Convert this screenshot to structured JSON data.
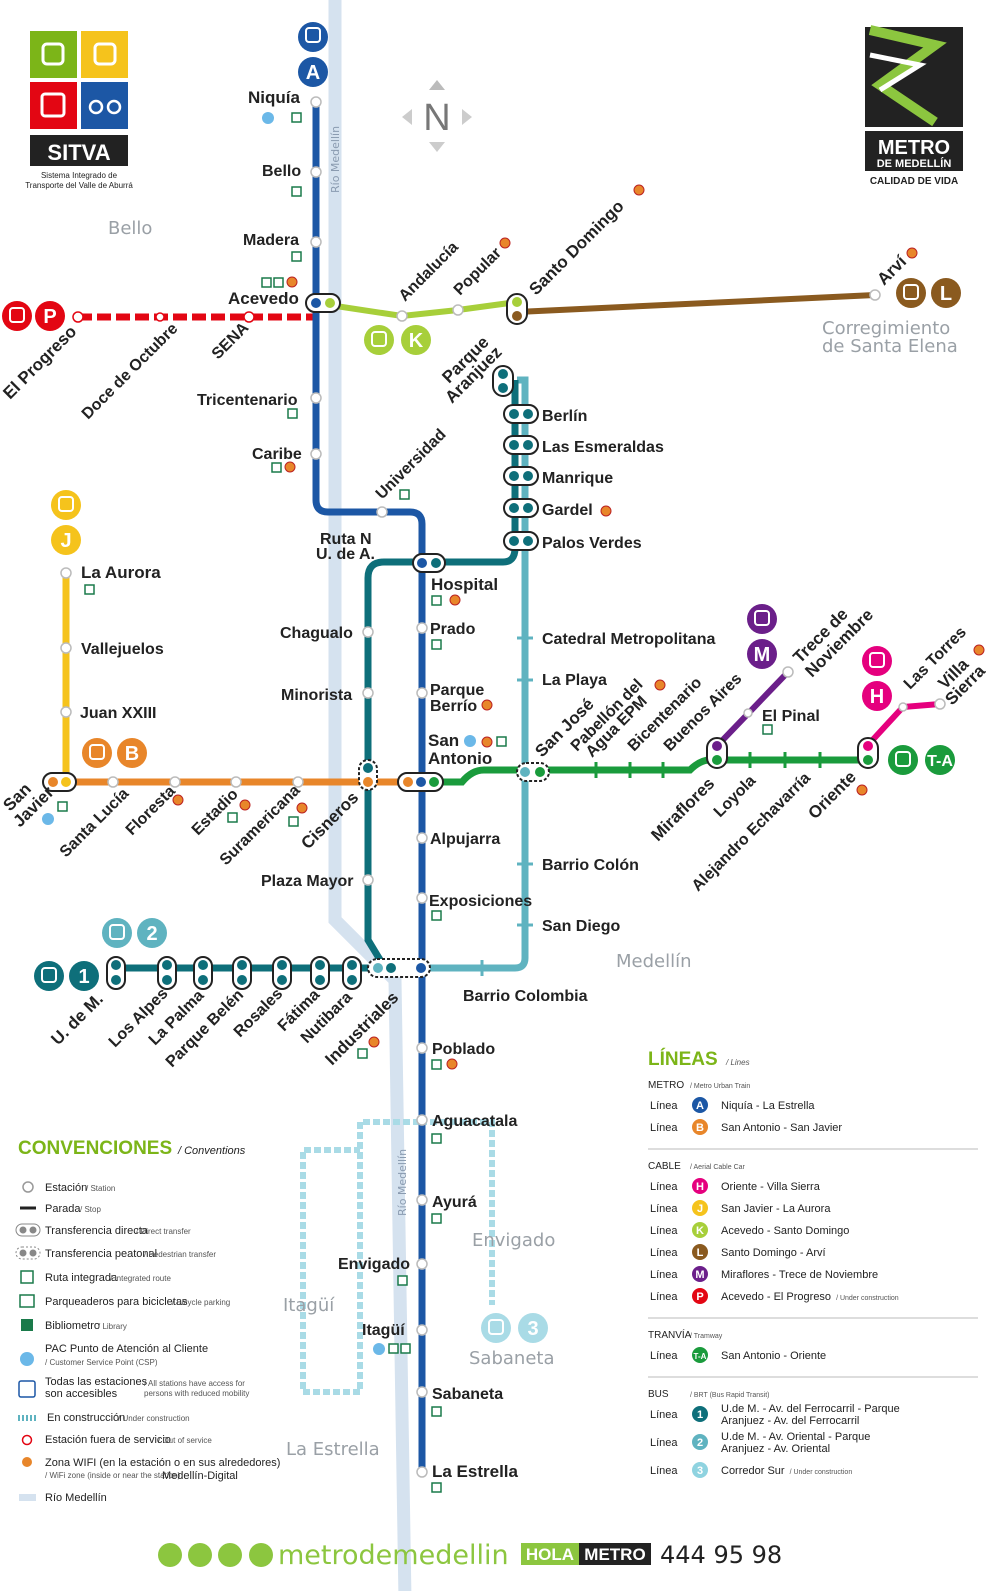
{
  "brand": {
    "sitva_name": "SITVA",
    "sitva_sub1": "Sistema Integrado de",
    "sitva_sub2": "Transporte del Valle de Aburrá",
    "metro_name": "METRO",
    "metro_sub": "DE MEDELLÍN",
    "metro_tag": "CALIDAD DE VIDA",
    "compass": "N"
  },
  "line_badges": {
    "A": "A",
    "B": "B",
    "J": "J",
    "K": "K",
    "L": "L",
    "M": "M",
    "H": "H",
    "P": "P",
    "TA": "T-A",
    "bus1": "1",
    "bus2": "2",
    "bus3": "3"
  },
  "zones": {
    "bello": "Bello",
    "santa_elena": [
      "Corregimiento",
      "de Santa Elena"
    ],
    "medellin": "Medellín",
    "envigado": "Envigado",
    "itagui": "Itagüí",
    "sabaneta": "Sabaneta",
    "la_estrella": "La Estrella",
    "rio1": "Río Medellín",
    "rio2": "Río Medellín"
  },
  "stations": {
    "niquia": "Niquía",
    "bello": "Bello",
    "madera": "Madera",
    "acevedo": "Acevedo",
    "tricentenario": "Tricentenario",
    "caribe": "Caribe",
    "universidad": "Universidad",
    "rutan": [
      "Ruta N",
      "U. de A."
    ],
    "hospital": "Hospital",
    "prado": "Prado",
    "parque_berrio": [
      "Parque",
      "Berrío"
    ],
    "san_antonio": [
      "San",
      "Antonio"
    ],
    "alpujarra": "Alpujarra",
    "exposiciones": "Exposiciones",
    "industriales": "Industriales",
    "poblado": "Poblado",
    "aguacatala": "Aguacatala",
    "ayura": "Ayurá",
    "envigado": "Envigado",
    "itagui": "Itagüí",
    "sabaneta": "Sabaneta",
    "la_estrella": "La Estrella",
    "chagualo": "Chagualo",
    "minorista": "Minorista",
    "cisneros": "Cisneros",
    "plaza_mayor": "Plaza Mayor",
    "san_javier": [
      "San",
      "Javier"
    ],
    "santa_lucia": "Santa Lucía",
    "floresta": "Floresta",
    "estadio": "Estadio",
    "suramericana": "Suramericana",
    "la_aurora": "La Aurora",
    "vallejuelos": "Vallejuelos",
    "juan_xxiii": "Juan XXIII",
    "andalucia": "Andalucía",
    "popular": "Popular",
    "santo_domingo": "Santo Domingo",
    "arvi": "Arví",
    "el_progreso": "El Progreso",
    "doce_octubre": "Doce de Octubre",
    "sena": "SENA",
    "parque_aranjuez": [
      "Parque",
      "Aranjuez"
    ],
    "berlin": "Berlín",
    "las_esmeraldas": "Las Esmeraldas",
    "manrique": "Manrique",
    "gardel": "Gardel",
    "palos_verdes": "Palos Verdes",
    "catedral": "Catedral Metropolitana",
    "la_playa": "La Playa",
    "san_jose": "San José",
    "pabellon": [
      "Pabellón del",
      "Agua EPM"
    ],
    "bicentenario": "Bicentenario",
    "buenos_aires": "Buenos Aires",
    "miraflores": "Miraflores",
    "loyola": "Loyola",
    "alejandro": "Alejandro Echavarría",
    "oriente": "Oriente",
    "el_pinal": "El Pinal",
    "trece": [
      "Trece de",
      "Noviembre"
    ],
    "las_torres": "Las Torres",
    "villa_sierra": [
      "Villa",
      "Sierra"
    ],
    "barrio_colon": "Barrio Colón",
    "san_diego": "San Diego",
    "barrio_colombia": "Barrio Colombia",
    "udem": "U. de M.",
    "los_alpes": "Los Alpes",
    "la_palma": "La Palma",
    "parque_belen": "Parque Belén",
    "rosales": "Rosales",
    "fatima": "Fátima",
    "nutibara": "Nutibara"
  },
  "conventions": {
    "title": "CONVENCIONES",
    "title_en": "/ Conventions",
    "items": [
      {
        "label": "Estación",
        "en": "/ Station"
      },
      {
        "label": "Parada",
        "en": "/ Stop"
      },
      {
        "label": "Transferencia directa",
        "en": "/ Direct transfer"
      },
      {
        "label": "Transferencia peatonal",
        "en": "/ Pedestrian transfer"
      },
      {
        "label": "Ruta integrada",
        "en": "/ Integrated route"
      },
      {
        "label": "Parqueaderos para bicicletas",
        "en": "/ Bicycle parking"
      },
      {
        "label": "Bibliometro",
        "en": "/ Library"
      },
      {
        "label": "PAC Punto de Atención al Cliente",
        "en": "/ Customer Service Point (CSP)"
      },
      {
        "label": "Todas las estaciones",
        "label2": "son accesibles",
        "en": "/ All stations have access for",
        "en2": "persons with reduced mobility"
      },
      {
        "label": "En construcción",
        "en": "/ Under construction"
      },
      {
        "label": "Estación fuera de servicio",
        "en": "/ Out of service"
      },
      {
        "label": "Zona WIFI (en la estación o en sus alrededores)",
        "en": "/ WiFi zone (inside or near the station)",
        "extra": "Medellín-Digital"
      },
      {
        "label": "Río Medellín",
        "en": ""
      }
    ]
  },
  "lines_legend": {
    "title": "LÍNEAS",
    "title_en": "/ Lines",
    "groups": [
      {
        "name": "METRO",
        "en": "/ Metro Urban Train",
        "rows": [
          {
            "word": "Línea",
            "badge": "A",
            "color": "#1c57a5",
            "desc": "Niquía - La Estrella",
            "note": ""
          },
          {
            "word": "Línea",
            "badge": "B",
            "color": "#e8862a",
            "desc": "San Antonio - San Javier",
            "note": ""
          }
        ]
      },
      {
        "name": "CABLE",
        "en": "/ Aerial Cable Car",
        "rows": [
          {
            "word": "Línea",
            "badge": "H",
            "color": "#e5007e",
            "desc": "Oriente - Villa Sierra",
            "note": ""
          },
          {
            "word": "Línea",
            "badge": "J",
            "color": "#f5c31c",
            "desc": "San Javier - La Aurora",
            "note": ""
          },
          {
            "word": "Línea",
            "badge": "K",
            "color": "#a7cf3a",
            "desc": "Acevedo - Santo Domingo",
            "note": ""
          },
          {
            "word": "Línea",
            "badge": "L",
            "color": "#8a5a1f",
            "desc": "Santo Domingo - Arví",
            "note": ""
          },
          {
            "word": "Línea",
            "badge": "M",
            "color": "#6b1f8a",
            "desc": "Miraflores - Trece de Noviembre",
            "note": ""
          },
          {
            "word": "Línea",
            "badge": "P",
            "color": "#e30613",
            "desc": "Acevedo - El Progreso",
            "note": "/ Under construction"
          }
        ]
      },
      {
        "name": "TRANVÍA",
        "en": "/ Tramway",
        "rows": [
          {
            "word": "Línea",
            "badge": "T-A",
            "color": "#1a9b3c",
            "desc": "San Antonio - Oriente",
            "note": ""
          }
        ]
      },
      {
        "name": "BUS",
        "en": "/ BRT (Bus Rapid Transit)",
        "rows": [
          {
            "word": "Línea",
            "badge": "1",
            "color": "#0e6f7a",
            "desc": "U.de M. - Av. del Ferrocarril - Parque",
            "desc2": "Aranjuez - Av. del Ferrocarril",
            "note": ""
          },
          {
            "word": "Línea",
            "badge": "2",
            "color": "#5fb3c0",
            "desc": "U.de M. - Av. Oriental - Parque",
            "desc2": "Aranjuez - Av. Oriental",
            "note": ""
          },
          {
            "word": "Línea",
            "badge": "3",
            "color": "#8fd3e0",
            "desc": "Corredor Sur",
            "note": "/ Under construction"
          }
        ]
      }
    ]
  },
  "footer": {
    "handle": "metrodemedellin",
    "hola": "HOLA",
    "metro": "METRO",
    "phone": "444 95 98"
  },
  "colors": {
    "A": "#1c57a5",
    "B": "#e8862a",
    "H": "#e5007e",
    "J": "#f5c31c",
    "K": "#a7cf3a",
    "L": "#8a5a1f",
    "M": "#6b1f8a",
    "P": "#e30613",
    "TA": "#1a9b3c",
    "bus1": "#0e6f7a",
    "bus2": "#5fb3c0",
    "bus3": "#a9dbe6",
    "river": "#d5e2ef"
  }
}
